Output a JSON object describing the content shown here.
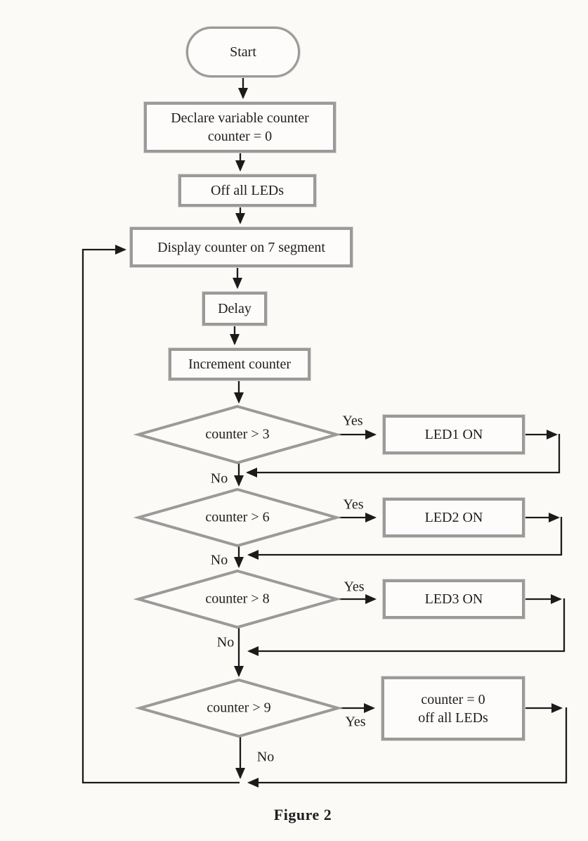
{
  "figure": {
    "caption": "Figure 2"
  },
  "labels": {
    "yes": "Yes",
    "no": "No"
  },
  "nodes": {
    "start": {
      "type": "terminator",
      "label": "Start"
    },
    "declare": {
      "type": "process",
      "line1": "Declare variable counter",
      "line2": "counter = 0"
    },
    "off_leds": {
      "type": "process",
      "label": "Off all LEDs"
    },
    "display": {
      "type": "process",
      "label": "Display counter on 7 segment"
    },
    "delay": {
      "type": "process",
      "label": "Delay"
    },
    "increment": {
      "type": "process",
      "label": "Increment counter"
    },
    "check3": {
      "type": "decision",
      "label": "counter > 3"
    },
    "led1": {
      "type": "process",
      "label": "LED1 ON"
    },
    "check6": {
      "type": "decision",
      "label": "counter > 6"
    },
    "led2": {
      "type": "process",
      "label": "LED2 ON"
    },
    "check8": {
      "type": "decision",
      "label": "counter > 8"
    },
    "led3": {
      "type": "process",
      "label": "LED3 ON"
    },
    "check9": {
      "type": "decision",
      "label": "counter > 9"
    },
    "reset": {
      "type": "process",
      "line1": "counter = 0",
      "line2": "off all LEDs"
    }
  },
  "edges": [
    {
      "from": "start",
      "to": "declare"
    },
    {
      "from": "declare",
      "to": "off_leds"
    },
    {
      "from": "off_leds",
      "to": "display"
    },
    {
      "from": "display",
      "to": "delay"
    },
    {
      "from": "delay",
      "to": "increment"
    },
    {
      "from": "increment",
      "to": "check3"
    },
    {
      "from": "check3",
      "to": "led1",
      "label": "Yes"
    },
    {
      "from": "check3",
      "to": "check6",
      "label": "No"
    },
    {
      "from": "led1",
      "to": "check6"
    },
    {
      "from": "check6",
      "to": "led2",
      "label": "Yes"
    },
    {
      "from": "check6",
      "to": "check8",
      "label": "No"
    },
    {
      "from": "led2",
      "to": "check8"
    },
    {
      "from": "check8",
      "to": "led3",
      "label": "Yes"
    },
    {
      "from": "check8",
      "to": "check9",
      "label": "No"
    },
    {
      "from": "led3",
      "to": "check9"
    },
    {
      "from": "check9",
      "to": "reset",
      "label": "Yes"
    },
    {
      "from": "check9",
      "to": "display",
      "label": "No"
    },
    {
      "from": "reset",
      "to": "display"
    }
  ],
  "colors": {
    "line": "#1b1b1b",
    "shape_border": "#9a9a9a",
    "paper": "#fbfaf7",
    "text": "#1e1e1e"
  }
}
